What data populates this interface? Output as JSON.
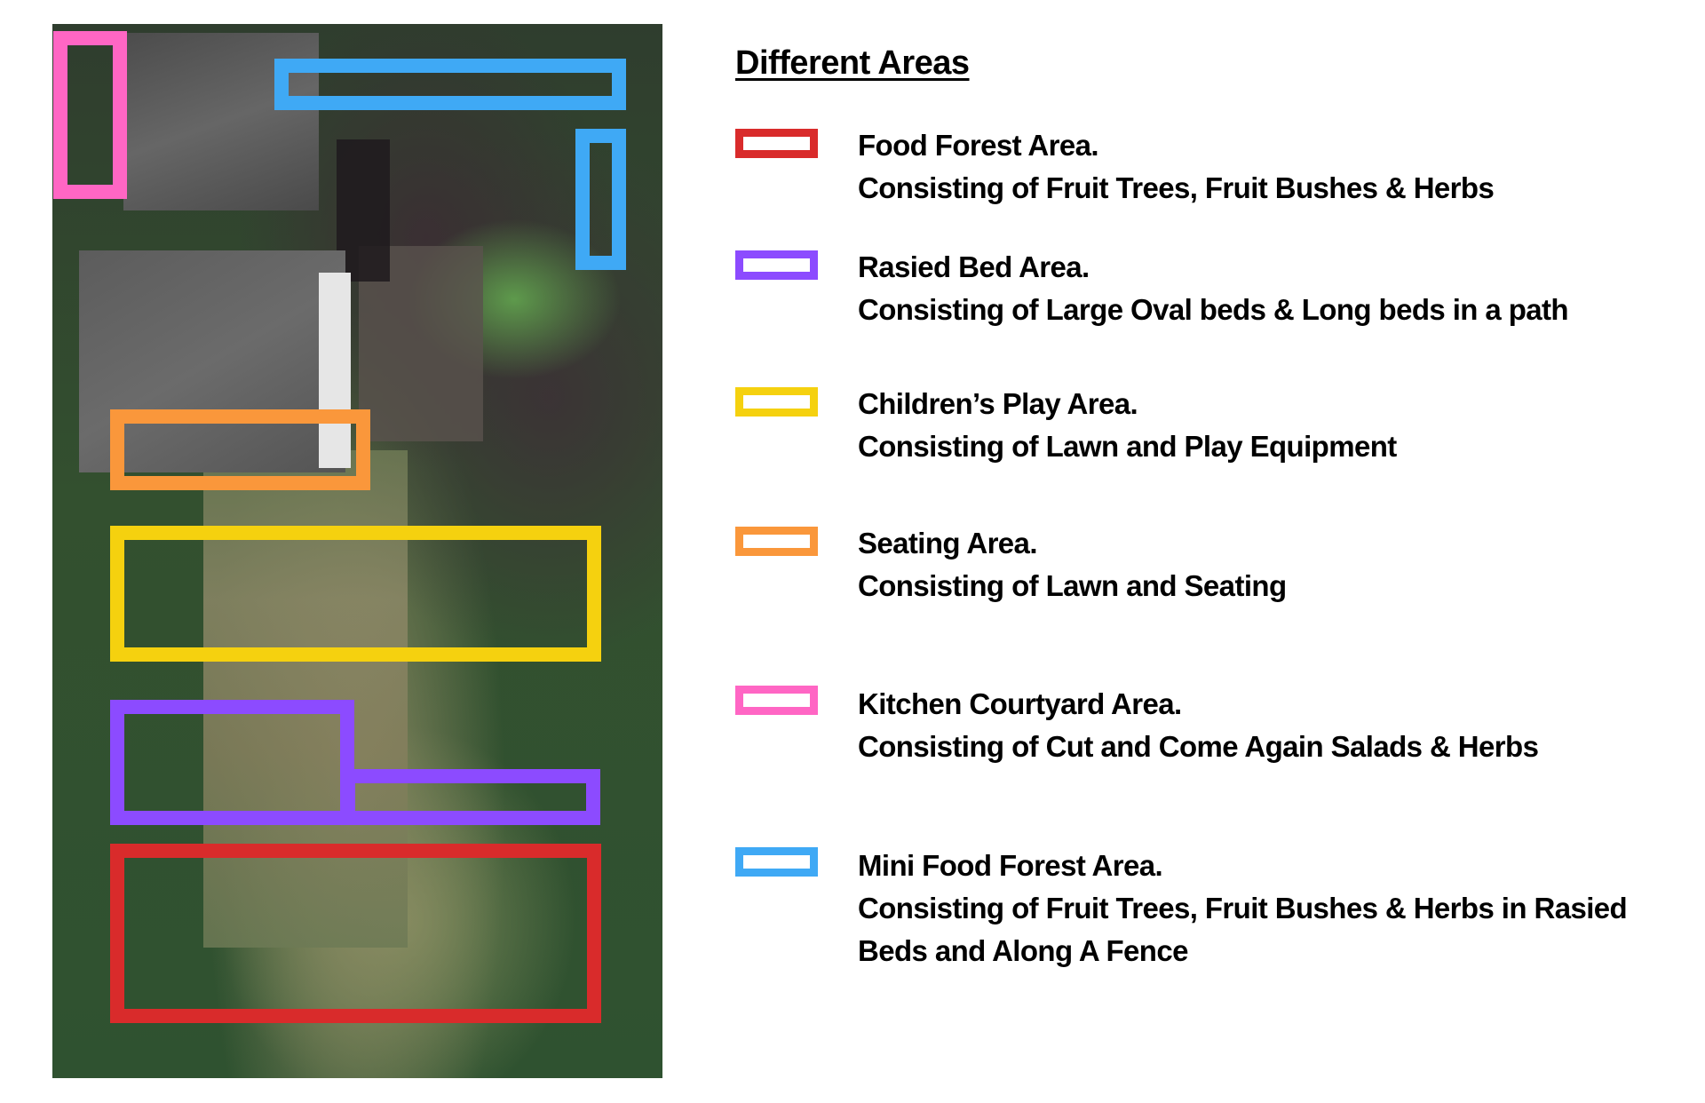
{
  "legend": {
    "title": "Different Areas",
    "items": [
      {
        "key": "food_forest",
        "color": "#d92b2b",
        "name": "Food Forest Area.",
        "lines": [
          "Consisting of Fruit Trees, Fruit Bushes & Herbs"
        ]
      },
      {
        "key": "raised_bed",
        "color": "#8c4bff",
        "name": "Rasied Bed Area.",
        "lines": [
          "Consisting of Large Oval beds & Long beds in a path"
        ]
      },
      {
        "key": "childrens_play",
        "color": "#f5d10f",
        "name": "Children’s Play Area.",
        "lines": [
          "Consisting of Lawn and Play Equipment"
        ]
      },
      {
        "key": "seating",
        "color": "#fa973b",
        "name": "Seating Area.",
        "lines": [
          "Consisting of Lawn and Seating"
        ]
      },
      {
        "key": "kitchen_courtyard",
        "color": "#ff66c4",
        "name": "Kitchen Courtyard Area.",
        "lines": [
          "Consisting of Cut and Come Again Salads & Herbs"
        ]
      },
      {
        "key": "mini_food_forest",
        "color": "#3fa9f5",
        "name": "Mini Food Forest Area.",
        "lines": [
          "Consisting of Fruit Trees, Fruit Bushes & Herbs in Rasied",
          "Beds and Along A Fence"
        ]
      }
    ]
  },
  "map": {
    "image_description": "aerial-photo-of-house-and-garden",
    "zones": [
      {
        "key": "kitchen_courtyard",
        "color": "#ff66c4"
      },
      {
        "key": "mini_food_forest_top",
        "color": "#3fa9f5"
      },
      {
        "key": "mini_food_forest_side",
        "color": "#3fa9f5"
      },
      {
        "key": "seating",
        "color": "#fa973b"
      },
      {
        "key": "childrens_play",
        "color": "#f5d10f"
      },
      {
        "key": "raised_bed_large",
        "color": "#8c4bff"
      },
      {
        "key": "raised_bed_long",
        "color": "#8c4bff"
      },
      {
        "key": "food_forest",
        "color": "#d92b2b"
      }
    ]
  }
}
